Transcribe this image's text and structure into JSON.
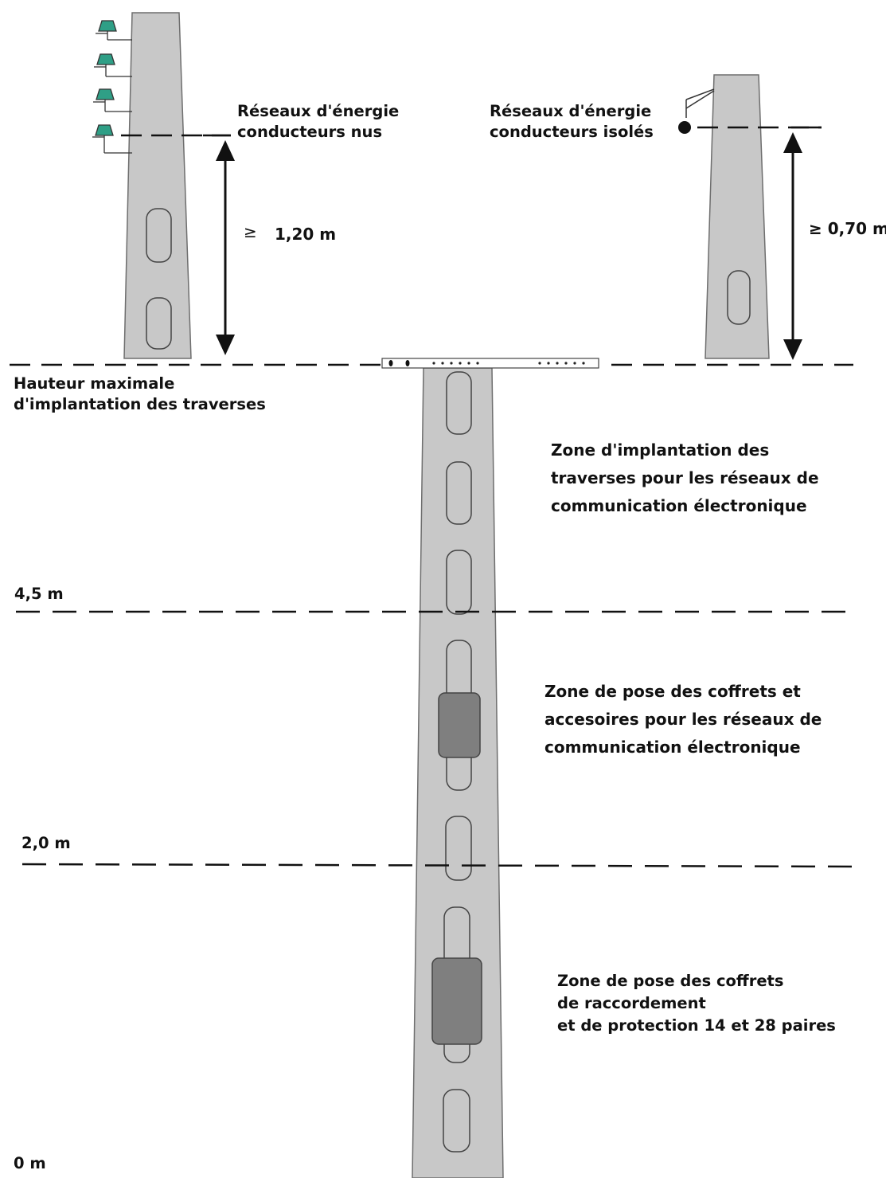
{
  "labels": {
    "bare_conductors": [
      "Réseaux d'énergie",
      "conducteurs nus"
    ],
    "insulated_conductors": [
      "Réseaux d'énergie",
      "conducteurs isolés"
    ],
    "left_clearance_symbol": "≥",
    "left_clearance_value": "1,20 m",
    "right_clearance": "≥ 0,70 m",
    "max_height": [
      "Hauteur maximale",
      "d'implantation des traverses"
    ],
    "crossarm_zone": [
      "Zone d'implantation des",
      "traverses pour les réseaux de",
      "communication électronique"
    ],
    "accessory_zone": [
      "Zone de pose des coffrets et",
      "accesoires pour les réseaux de",
      "communication électronique"
    ],
    "connection_zone": [
      "Zone de pose des coffrets",
      "de raccordement",
      "et de protection 14 et 28 paires"
    ],
    "height_4_5": "4,5 m",
    "height_2_0": "2,0 m",
    "height_0": "0 m"
  },
  "colors": {
    "pole": "#c8c8c8",
    "pole_outline": "#6e6e6e",
    "box": "#7f7f7f",
    "insulator": "#2f9f86",
    "line": "#111111"
  }
}
